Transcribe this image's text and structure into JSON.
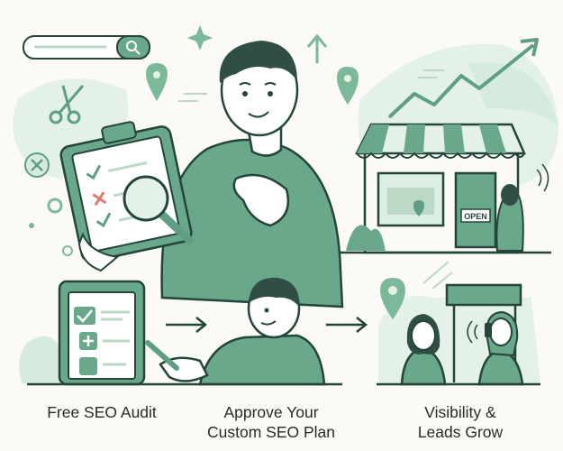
{
  "steps": [
    {
      "label": "Free SEO Audit"
    },
    {
      "label_line1": "Approve Your",
      "label_line2": "Custom SEO Plan"
    },
    {
      "label_line1": "Visibility &",
      "label_line2": "Leads Grow"
    }
  ],
  "shop_sign": "OPEN",
  "palette": {
    "green": "#5e9f83",
    "green_dark": "#2f6b52",
    "mint": "#dcefe4",
    "outline": "#24453a",
    "skin": "#ffffff",
    "accent_red": "#e07a6e"
  },
  "icons": [
    "search-icon",
    "scissors-icon",
    "location-pin-icon",
    "sparkle-icon",
    "arrow-up-icon",
    "growth-arrow-icon",
    "close-icon",
    "magnifier-icon",
    "checklist-icon",
    "arrow-right-icon",
    "phone-icon"
  ]
}
